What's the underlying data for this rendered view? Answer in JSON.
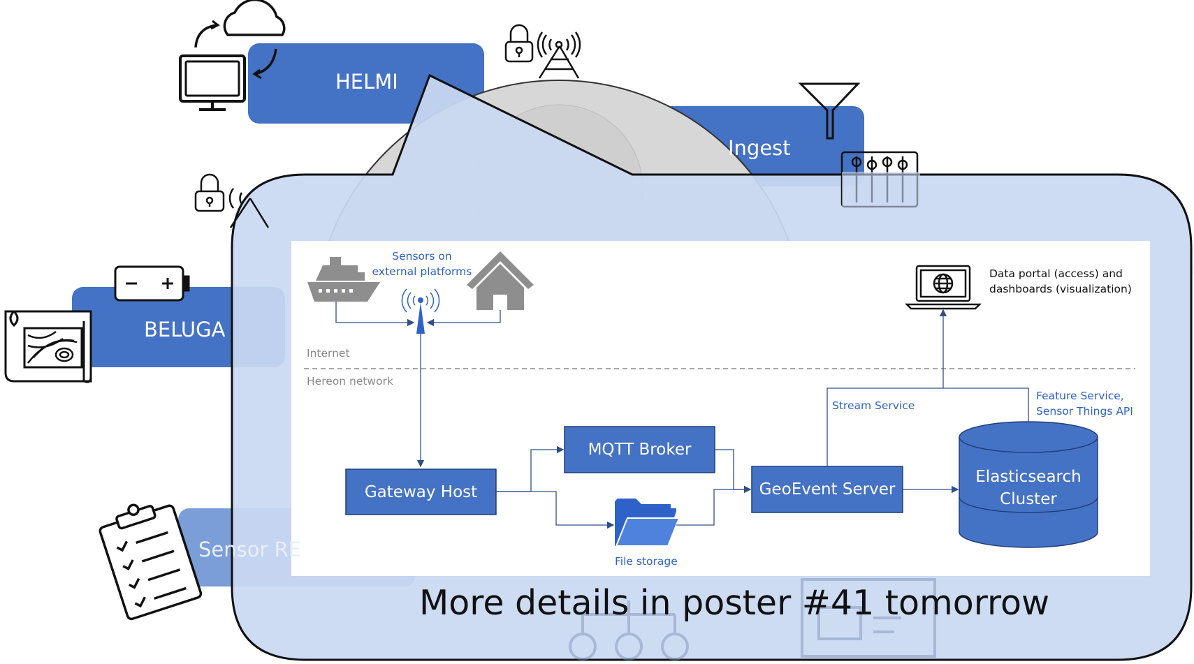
{
  "background_cards": {
    "helmi": "HELMI",
    "ingest": "Ingest",
    "beluga": "BELUGA",
    "sensor_registry_partial": "Sensor RE"
  },
  "diagram": {
    "sensors_label": "Sensors on external platforms",
    "internet_label": "Internet",
    "hereon_label": "Hereon network",
    "data_portal_label": "Data portal (access) and dashboards (visualization)",
    "gateway_host": "Gateway Host",
    "mqtt_broker": "MQTT Broker",
    "file_storage": "File storage",
    "geoevent_server": "GeoEvent Server",
    "stream_service": "Stream Service",
    "feature_service": "Feature Service, Sensor Things API",
    "elasticsearch": "Elasticsearch Cluster"
  },
  "footer": "More details in poster #41 tomorrow",
  "colors": {
    "card_blue": "#4472c4",
    "callout_fill": "#c9d8f2",
    "diagram_bg": "#ffffff",
    "label_blue": "#2f62c9",
    "connector": "#2f4f86"
  },
  "icons": [
    "monitor-cloud-sync-icon",
    "lock-icon",
    "antenna-tower-icon",
    "funnel-icon",
    "mixer-sliders-icon",
    "battery-icon",
    "map-scroll-icon",
    "clipboard-checklist-icon",
    "ship-icon",
    "house-icon",
    "antenna-icon",
    "laptop-globe-icon",
    "folder-icon",
    "database-icon",
    "network-nodes-icon",
    "image-edit-icon"
  ]
}
